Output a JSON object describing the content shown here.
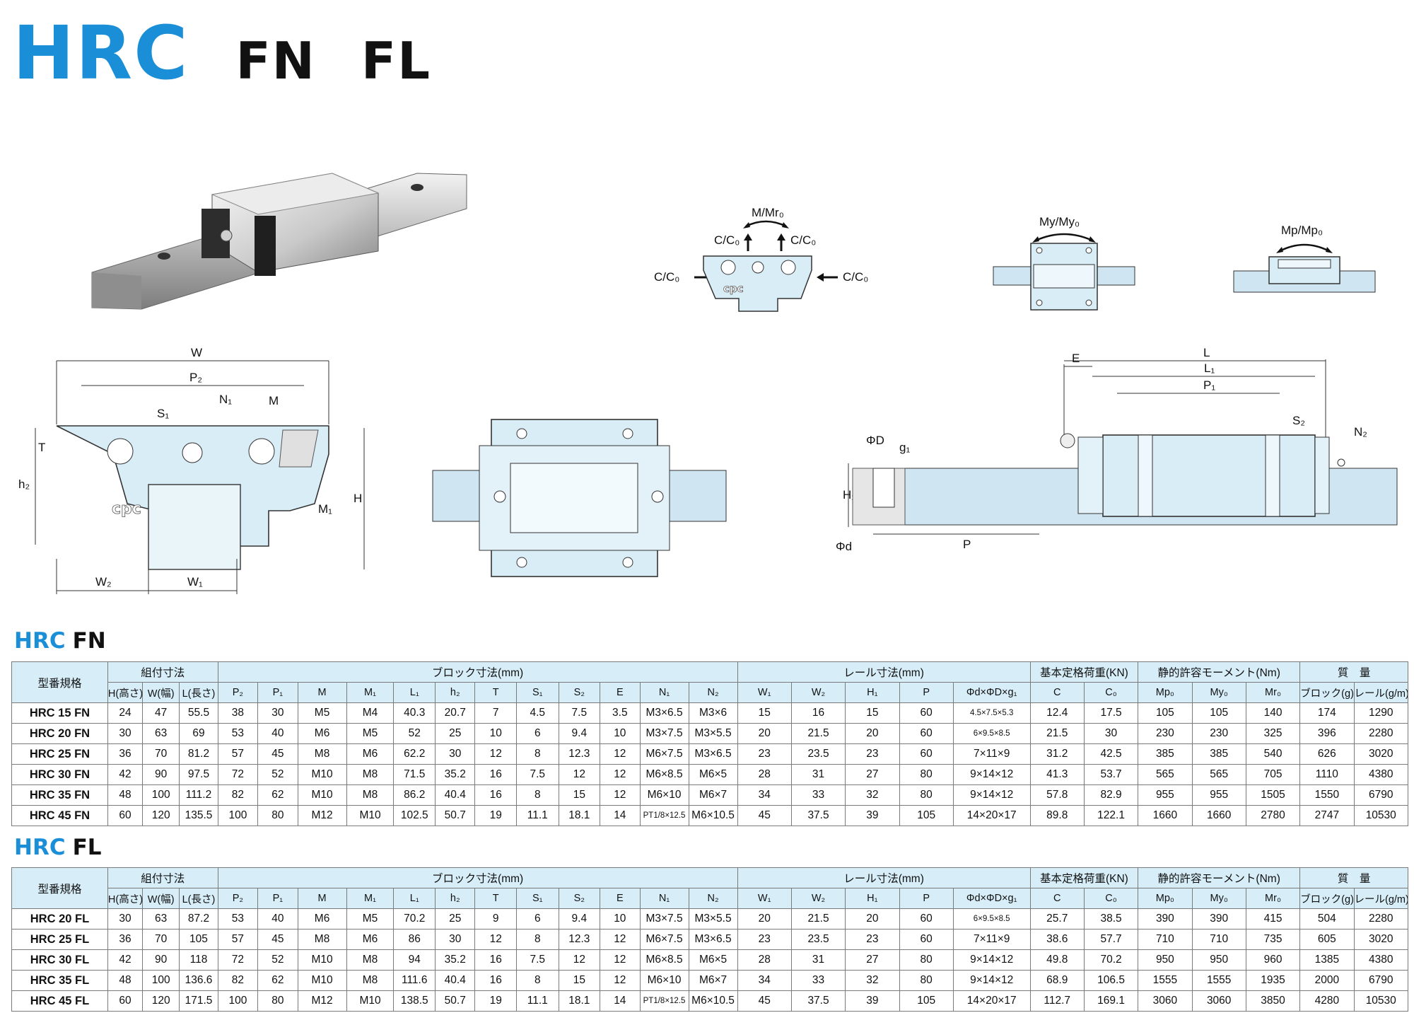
{
  "header": {
    "brand": "HRC",
    "variant1": "FN",
    "variant2": "FL"
  },
  "figure_labels": {
    "front": {
      "W": "W",
      "P2": "P₂",
      "N1": "N₁",
      "M": "M",
      "S1": "S₁",
      "T": "T",
      "h2": "h₂",
      "M1": "M₁",
      "H": "H",
      "W2": "W₂",
      "W1": "W₁",
      "logo": "cpc"
    },
    "loads": {
      "mmr": "M/Mr₀",
      "cc_left": "C/C₀",
      "cc_right": "C/C₀",
      "cc_side_left": "C/C₀",
      "cc_side_right": "C/C₀",
      "logo": "cpc",
      "my": "My/My₀",
      "mp": "Mp/Mp₀"
    },
    "side": {
      "E": "E",
      "L": "L",
      "L1": "L₁",
      "P1": "P₁",
      "S2": "S₂",
      "N2": "N₂",
      "phiD": "ΦD",
      "g1": "g₁",
      "H1": "H₁",
      "phid": "Φd",
      "P": "P"
    }
  },
  "tables": [
    {
      "title_brand": "HRC",
      "title_suffix": "FN",
      "group_headers": {
        "model": "型番規格",
        "assembly": "組付寸法",
        "block": "ブロック寸法(mm)",
        "rail": "レール寸法(mm)",
        "load": "基本定格荷重(KN)",
        "moment": "静的許容モーメント(Nm)",
        "mass": "質　量"
      },
      "columns": [
        "H(高さ)",
        "W(幅)",
        "L(長さ)",
        "P₂",
        "P₁",
        "M",
        "M₁",
        "L₁",
        "h₂",
        "T",
        "S₁",
        "S₂",
        "E",
        "N₁",
        "N₂",
        "W₁",
        "W₂",
        "H₁",
        "P",
        "Φd×ΦD×g₁",
        "C",
        "C₀",
        "Mp₀",
        "My₀",
        "Mr₀",
        "ブロック(g)",
        "レール(g/m)"
      ],
      "rows": [
        [
          "HRC 15 FN",
          "24",
          "47",
          "55.5",
          "38",
          "30",
          "M5",
          "M4",
          "40.3",
          "20.7",
          "7",
          "4.5",
          "7.5",
          "3.5",
          "M3×6.5",
          "M3×6",
          "15",
          "16",
          "15",
          "60",
          "4.5×7.5×5.3",
          "12.4",
          "17.5",
          "105",
          "105",
          "140",
          "174",
          "1290"
        ],
        [
          "HRC 20 FN",
          "30",
          "63",
          "69",
          "53",
          "40",
          "M6",
          "M5",
          "52",
          "25",
          "10",
          "6",
          "9.4",
          "10",
          "M3×7.5",
          "M3×5.5",
          "20",
          "21.5",
          "20",
          "60",
          "6×9.5×8.5",
          "21.5",
          "30",
          "230",
          "230",
          "325",
          "396",
          "2280"
        ],
        [
          "HRC 25 FN",
          "36",
          "70",
          "81.2",
          "57",
          "45",
          "M8",
          "M6",
          "62.2",
          "30",
          "12",
          "8",
          "12.3",
          "12",
          "M6×7.5",
          "M3×6.5",
          "23",
          "23.5",
          "23",
          "60",
          "7×11×9",
          "31.2",
          "42.5",
          "385",
          "385",
          "540",
          "626",
          "3020"
        ],
        [
          "HRC 30 FN",
          "42",
          "90",
          "97.5",
          "72",
          "52",
          "M10",
          "M8",
          "71.5",
          "35.2",
          "16",
          "7.5",
          "12",
          "12",
          "M6×8.5",
          "M6×5",
          "28",
          "31",
          "27",
          "80",
          "9×14×12",
          "41.3",
          "53.7",
          "565",
          "565",
          "705",
          "1110",
          "4380"
        ],
        [
          "HRC 35 FN",
          "48",
          "100",
          "111.2",
          "82",
          "62",
          "M10",
          "M8",
          "86.2",
          "40.4",
          "16",
          "8",
          "15",
          "12",
          "M6×10",
          "M6×7",
          "34",
          "33",
          "32",
          "80",
          "9×14×12",
          "57.8",
          "82.9",
          "955",
          "955",
          "1505",
          "1550",
          "6790"
        ],
        [
          "HRC 45 FN",
          "60",
          "120",
          "135.5",
          "100",
          "80",
          "M12",
          "M10",
          "102.5",
          "50.7",
          "19",
          "11.1",
          "18.1",
          "14",
          "PT1/8×12.5",
          "M6×10.5",
          "45",
          "37.5",
          "39",
          "105",
          "14×20×17",
          "89.8",
          "122.1",
          "1660",
          "1660",
          "2780",
          "2747",
          "10530"
        ]
      ]
    },
    {
      "title_brand": "HRC",
      "title_suffix": "FL",
      "group_headers": {
        "model": "型番規格",
        "assembly": "組付寸法",
        "block": "ブロック寸法(mm)",
        "rail": "レール寸法(mm)",
        "load": "基本定格荷重(KN)",
        "moment": "静的許容モーメント(Nm)",
        "mass": "質　量"
      },
      "columns": [
        "H(高さ)",
        "W(幅)",
        "L(長さ)",
        "P₂",
        "P₁",
        "M",
        "M₁",
        "L₁",
        "h₂",
        "T",
        "S₁",
        "S₂",
        "E",
        "N₁",
        "N₂",
        "W₁",
        "W₂",
        "H₁",
        "P",
        "Φd×ΦD×g₁",
        "C",
        "C₀",
        "Mp₀",
        "My₀",
        "Mr₀",
        "ブロック(g)",
        "レール(g/m)"
      ],
      "rows": [
        [
          "HRC 20 FL",
          "30",
          "63",
          "87.2",
          "53",
          "40",
          "M6",
          "M5",
          "70.2",
          "25",
          "9",
          "6",
          "9.4",
          "10",
          "M3×7.5",
          "M3×5.5",
          "20",
          "21.5",
          "20",
          "60",
          "6×9.5×8.5",
          "25.7",
          "38.5",
          "390",
          "390",
          "415",
          "504",
          "2280"
        ],
        [
          "HRC 25 FL",
          "36",
          "70",
          "105",
          "57",
          "45",
          "M8",
          "M6",
          "86",
          "30",
          "12",
          "8",
          "12.3",
          "12",
          "M6×7.5",
          "M3×6.5",
          "23",
          "23.5",
          "23",
          "60",
          "7×11×9",
          "38.6",
          "57.7",
          "710",
          "710",
          "735",
          "605",
          "3020"
        ],
        [
          "HRC 30 FL",
          "42",
          "90",
          "118",
          "72",
          "52",
          "M10",
          "M8",
          "94",
          "35.2",
          "16",
          "7.5",
          "12",
          "12",
          "M6×8.5",
          "M6×5",
          "28",
          "31",
          "27",
          "80",
          "9×14×12",
          "49.8",
          "70.2",
          "950",
          "950",
          "960",
          "1385",
          "4380"
        ],
        [
          "HRC 35 FL",
          "48",
          "100",
          "136.6",
          "82",
          "62",
          "M10",
          "M8",
          "111.6",
          "40.4",
          "16",
          "8",
          "15",
          "12",
          "M6×10",
          "M6×7",
          "34",
          "33",
          "32",
          "80",
          "9×14×12",
          "68.9",
          "106.5",
          "1555",
          "1555",
          "1935",
          "2000",
          "6790"
        ],
        [
          "HRC 45 FL",
          "60",
          "120",
          "171.5",
          "100",
          "80",
          "M12",
          "M10",
          "138.5",
          "50.7",
          "19",
          "11.1",
          "18.1",
          "14",
          "PT1/8×12.5",
          "M6×10.5",
          "45",
          "37.5",
          "39",
          "105",
          "14×20×17",
          "112.7",
          "169.1",
          "3060",
          "3060",
          "3850",
          "4280",
          "10530"
        ]
      ]
    }
  ]
}
